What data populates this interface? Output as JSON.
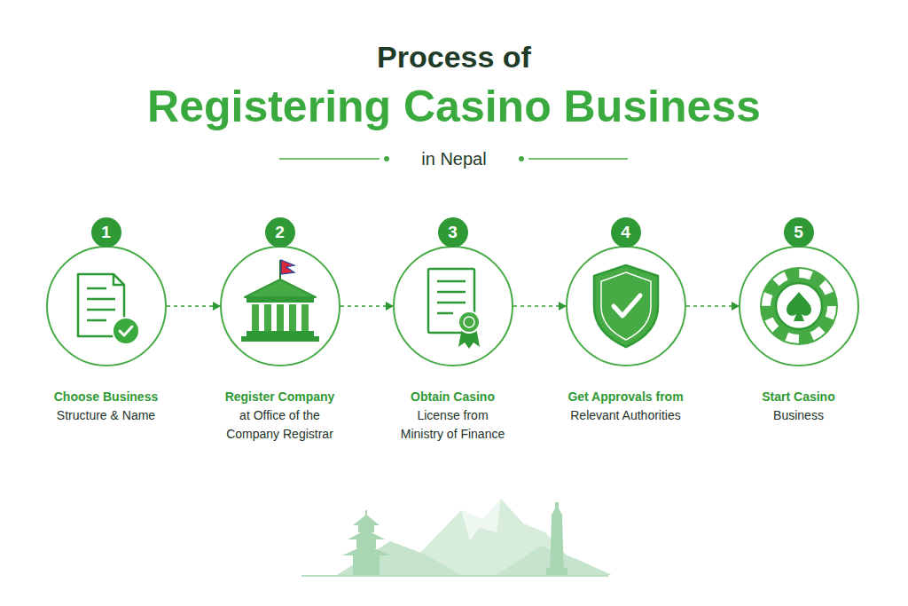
{
  "diagram": {
    "title": "Registering Casino Business",
    "nodes": [
      {
        "text": [
          "1",
          "Choose Business",
          "Structure & Name"
        ]
      },
      {
        "text": [
          "2",
          "Register Company",
          "at Office of the Company Registrar"
        ]
      },
      {
        "text": [
          "3",
          "Obtain Casino",
          "License from Ministry of Finance"
        ]
      },
      {
        "text": [
          "4",
          "Get Approvals from",
          "Relevant Authorities"
        ]
      },
      {
        "text": [
          "5",
          "Start Casino",
          "Business"
        ]
      }
    ],
    "edges": [
      {
        "from": 0,
        "to": 1,
        "arrow": "to"
      },
      {
        "from": 1,
        "to": 2,
        "arrow": "to"
      },
      {
        "from": 2,
        "to": 3,
        "arrow": "to"
      },
      {
        "from": 3,
        "to": 4,
        "arrow": "to"
      }
    ],
    "labels": [
      "Process of",
      "in Nepal"
    ]
  }
}
